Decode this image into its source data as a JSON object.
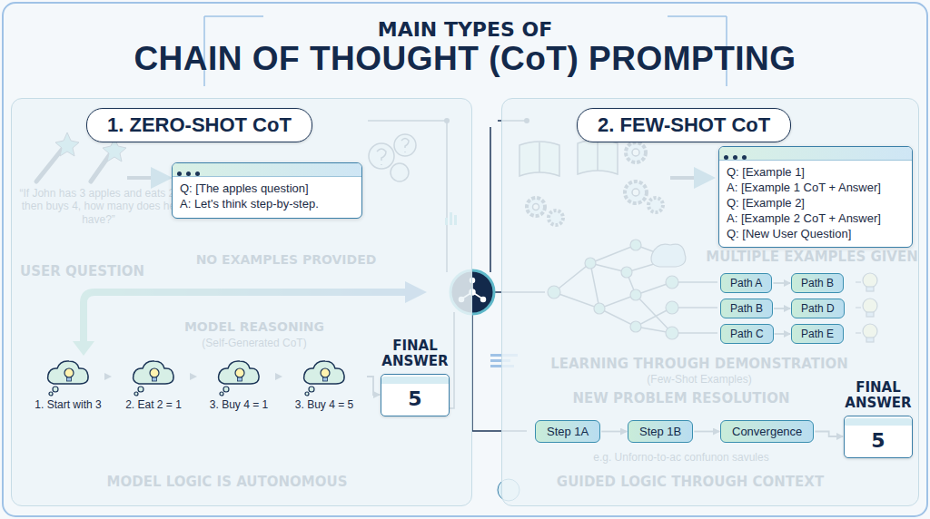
{
  "diagram": {
    "title": "CHAIN OF THOUGHT (CoT) PROMPTING",
    "nodes": [
      {
        "text": [
          "1. ZERO-SHOT CoT"
        ]
      },
      {
        "text": [
          "Q: [The apples question]",
          "A: Let's think step-by-step."
        ],
        "in": 0
      },
      {
        "text": [
          "1. Start with 3"
        ],
        "in": 0
      },
      {
        "text": [
          "2. Eat 2 = 1"
        ],
        "in": 0
      },
      {
        "text": [
          "3. Buy 4 = 1"
        ],
        "in": 0
      },
      {
        "text": [
          "3. Buy 4 = 5"
        ],
        "in": 0
      },
      {
        "text": [
          "FINAL ANSWER",
          "5"
        ],
        "in": 0
      },
      {
        "text": [
          "2. FEW-SHOT CoT"
        ]
      },
      {
        "text": [
          "Q: [Example 1]",
          "A: [Example 1 CoT + Answer]",
          "Q: [Example 2]",
          "A: [Example 2 CoT + Answer]",
          "Q: [New User Question]"
        ],
        "in": 7
      },
      {
        "text": [
          "Path A"
        ],
        "in": 7
      },
      {
        "text": [
          "Path B"
        ],
        "in": 7
      },
      {
        "text": [
          "Path B"
        ],
        "in": 7
      },
      {
        "text": [
          "Path D"
        ],
        "in": 7
      },
      {
        "text": [
          "Path C"
        ],
        "in": 7
      },
      {
        "text": [
          "Path E"
        ],
        "in": 7
      },
      {
        "text": [
          "Step 1A"
        ],
        "in": 7
      },
      {
        "text": [
          "Step 1B"
        ],
        "in": 7
      },
      {
        "text": [
          "Convergence"
        ],
        "in": 7
      },
      {
        "text": [
          "FINAL ANSWER",
          "5"
        ],
        "in": 7
      }
    ],
    "edges": [
      {
        "from": 2,
        "to": 3,
        "arrow": "to"
      },
      {
        "from": 3,
        "to": 4,
        "arrow": "to"
      },
      {
        "from": 4,
        "to": 5,
        "arrow": "to"
      },
      {
        "from": 5,
        "to": 6,
        "arrow": "to"
      },
      {
        "from": 9,
        "to": 10,
        "arrow": "to"
      },
      {
        "from": 11,
        "to": 12,
        "arrow": "to"
      },
      {
        "from": 13,
        "to": 14,
        "arrow": "to"
      },
      {
        "from": 15,
        "to": 16,
        "arrow": "to"
      },
      {
        "from": 16,
        "to": 17,
        "arrow": "to"
      },
      {
        "from": 17,
        "to": 18,
        "arrow": "to"
      }
    ],
    "labels": [
      "MAIN TYPES OF",
      "“If John has 3 apples and eats 2, then buys 4, how many does he have?”",
      "USER QUESTION",
      "NO EXAMPLES PROVIDED",
      "MODEL REASONING",
      "(Self-Generated CoT)",
      "MODEL LOGIC IS AUTONOMOUS",
      "MULTIPLE EXAMPLES GIVEN",
      "LEARNING THROUGH DEMONSTRATION",
      "(Few-Shot Examples)",
      "NEW PROBLEM RESOLUTION",
      "e.g. Unforno-to-ac confunon savules",
      "GUIDED LOGIC THROUGH CONTEXT"
    ]
  }
}
